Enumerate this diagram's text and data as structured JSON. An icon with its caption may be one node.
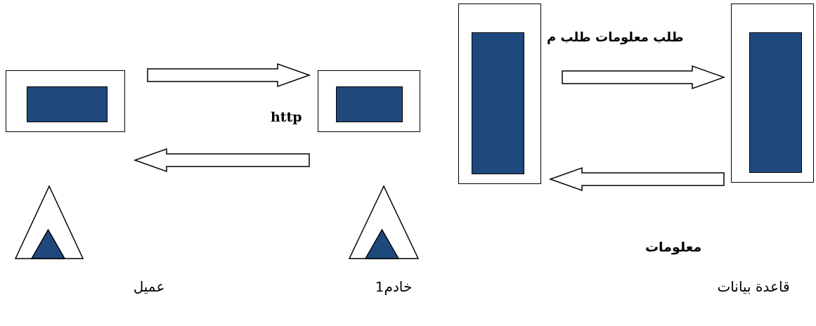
{
  "diagram": {
    "nodes": [
      {
        "text": [],
        "shape": "box"
      },
      {
        "text": [],
        "shape": "box"
      },
      {
        "text": [],
        "shape": "box"
      },
      {
        "text": [],
        "shape": "box"
      }
    ],
    "edges": [
      {
        "from": 0,
        "to": 1,
        "arrow": "to",
        "label": "http"
      },
      {
        "from": 1,
        "to": 0,
        "arrow": "to"
      },
      {
        "from": 2,
        "to": 3,
        "arrow": "to",
        "label": "طلب معلومات طلب م"
      },
      {
        "from": 3,
        "to": 2,
        "arrow": "to",
        "label": "معلومات"
      }
    ],
    "labels": [
      "عميل",
      "خادم1",
      "قاعدة بيانات"
    ]
  }
}
